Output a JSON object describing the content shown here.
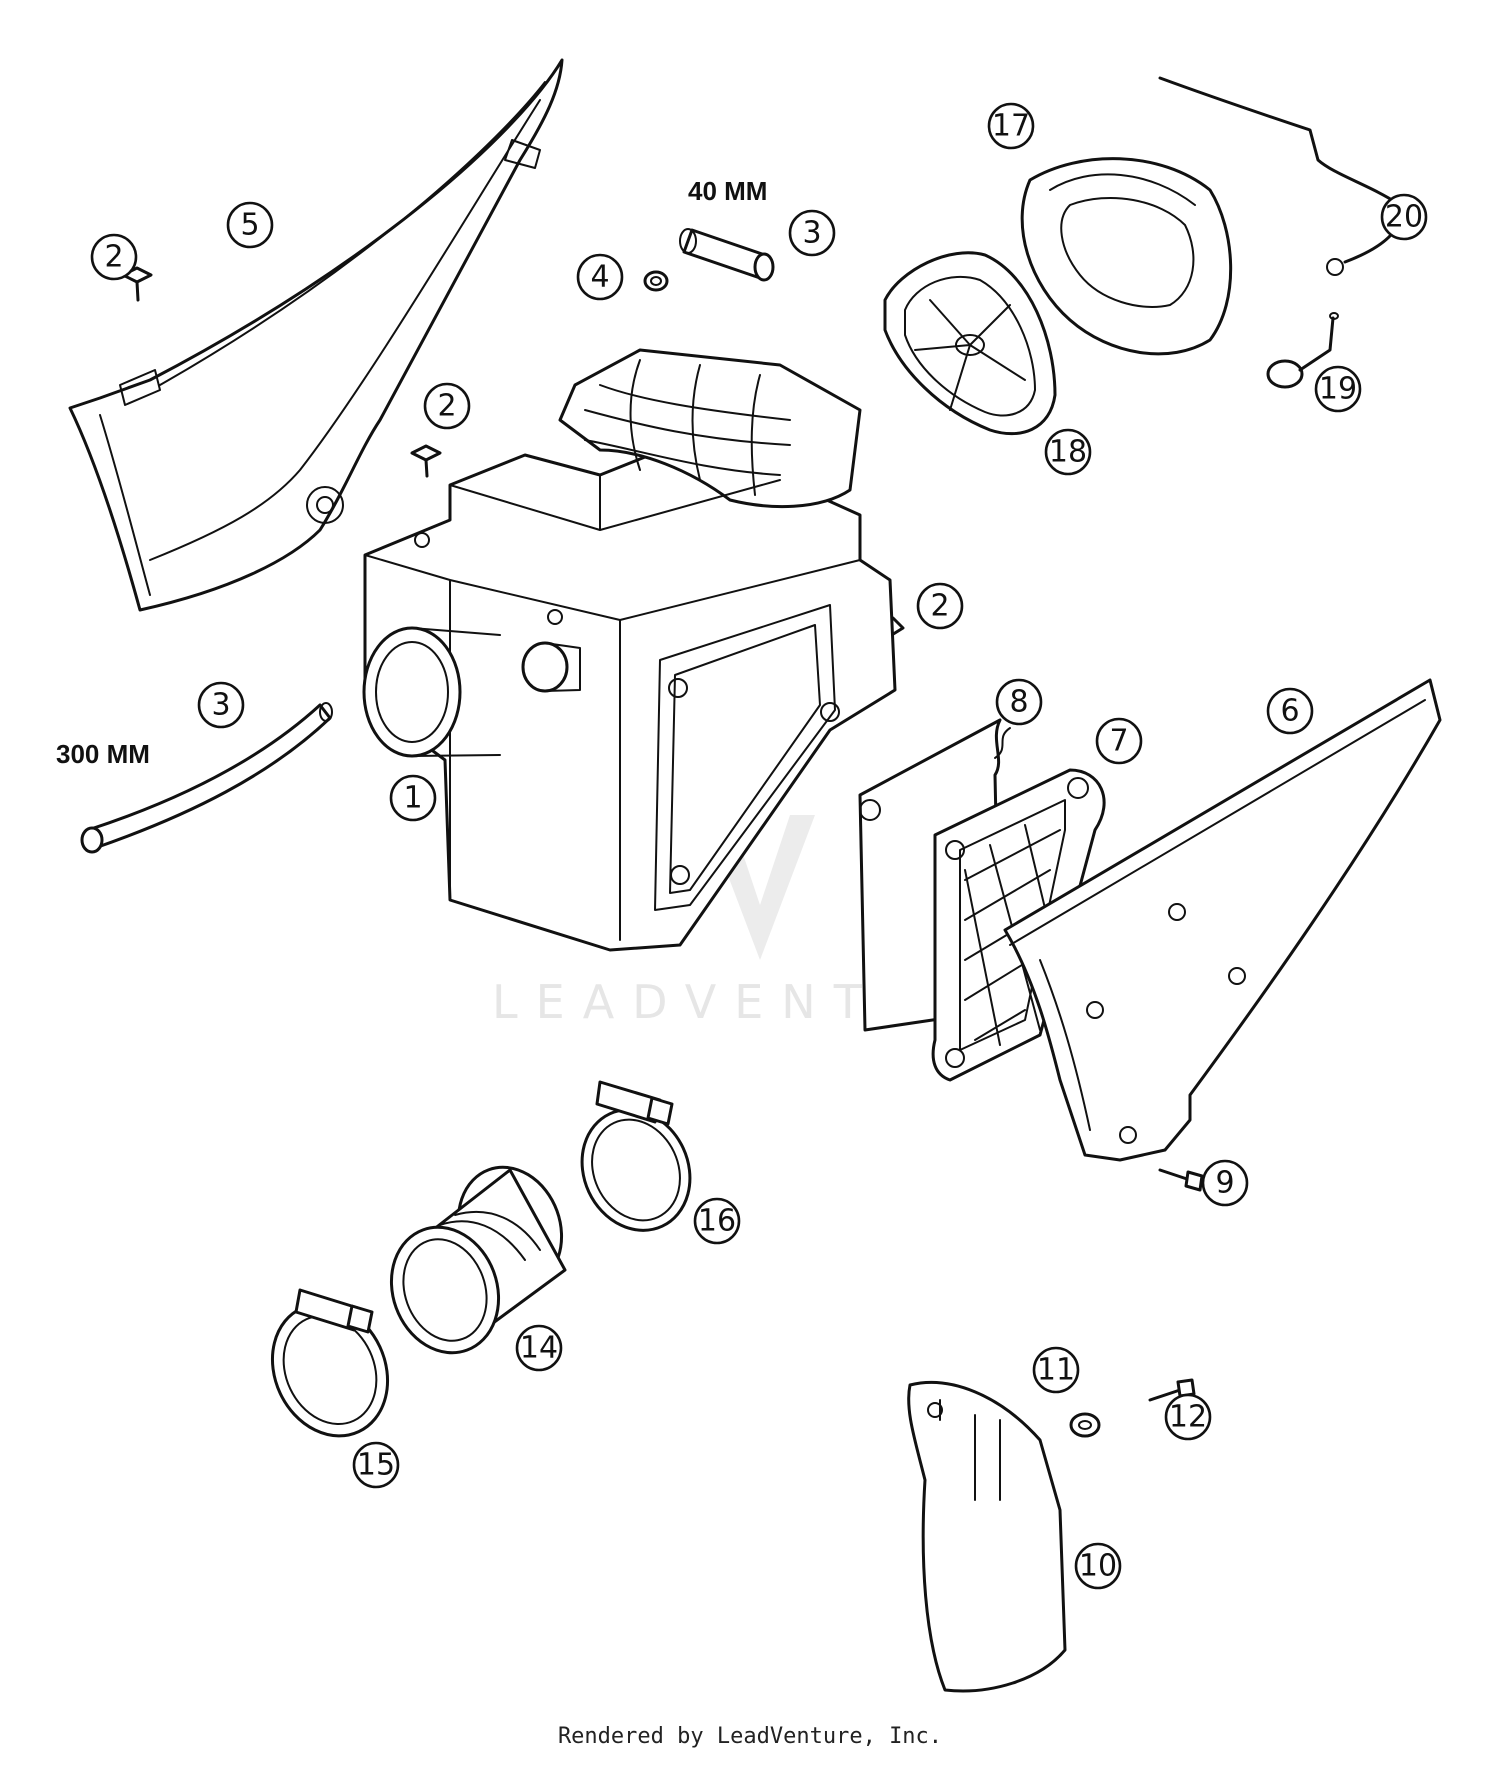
{
  "diagram": {
    "watermark": "LEADVENTURE",
    "footer": "Rendered by LeadVenture, Inc.",
    "dimension_labels": {
      "hose_short": "40 MM",
      "hose_long": "300 MM"
    },
    "callouts": [
      {
        "id": "c1",
        "label": "1"
      },
      {
        "id": "c2a",
        "label": "2"
      },
      {
        "id": "c2b",
        "label": "2"
      },
      {
        "id": "c2c",
        "label": "2"
      },
      {
        "id": "c3a",
        "label": "3"
      },
      {
        "id": "c3b",
        "label": "3"
      },
      {
        "id": "c4",
        "label": "4"
      },
      {
        "id": "c5",
        "label": "5"
      },
      {
        "id": "c6",
        "label": "6"
      },
      {
        "id": "c7",
        "label": "7"
      },
      {
        "id": "c8",
        "label": "8"
      },
      {
        "id": "c9",
        "label": "9"
      },
      {
        "id": "c10",
        "label": "10"
      },
      {
        "id": "c11",
        "label": "11"
      },
      {
        "id": "c12",
        "label": "12"
      },
      {
        "id": "c14",
        "label": "14"
      },
      {
        "id": "c15",
        "label": "15"
      },
      {
        "id": "c16",
        "label": "16"
      },
      {
        "id": "c17",
        "label": "17"
      },
      {
        "id": "c18",
        "label": "18"
      },
      {
        "id": "c19",
        "label": "19"
      },
      {
        "id": "c20",
        "label": "20"
      }
    ]
  }
}
